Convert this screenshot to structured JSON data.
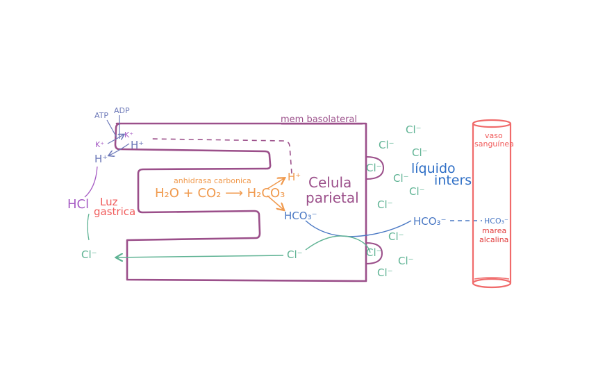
{
  "colors": {
    "membrane": "#9b4f8a",
    "chloride": "#5fb394",
    "bicarbonate": "#4a78c4",
    "reaction": "#f09a4e",
    "hcl": "#a65cc4",
    "luz": "#f05a5a",
    "vessel": "#f06a6a",
    "pump": "#6c78b8",
    "liquid": "#2f6fc6"
  },
  "labels": {
    "mem_basolateral": "mem basolateral",
    "atp": "ATP",
    "adp": "ADP",
    "k_plus_left": "K⁺",
    "k_plus_right": "K⁺",
    "h_plus_pump": "H⁺",
    "h_plus_out": "H⁺",
    "h_plus_product": "H⁺",
    "hcl": "HCl",
    "luz": "Luz",
    "gastrica": "gastrica",
    "cl_lumen": "Cl⁻",
    "anhydrase": "anhidrasa carbonica",
    "reaction": "H₂O + CO₂ ⟶ H₂CO₃",
    "hco3_cell": "HCO₃⁻",
    "cl_cell": "Cl⁻",
    "celula": "Celula",
    "parietal": "parietal",
    "cl_channel_top": "Cl⁻",
    "hco3_inters": "HCO₃⁻",
    "liquido": "líquido",
    "inters": "inters",
    "vaso_line1": "vaso",
    "vaso_line2": "sanguínea",
    "hco3_vessel": "HCO₃⁻",
    "marea": "marea",
    "alcalina": "alcalina"
  },
  "cl_ions": [
    "Cl⁻",
    "Cl⁻",
    "Cl⁻",
    "Cl⁻",
    "Cl⁻",
    "Cl⁻",
    "Cl⁻",
    "Cl⁻",
    "Cl⁻",
    "Cl⁻",
    "Cl⁻"
  ]
}
